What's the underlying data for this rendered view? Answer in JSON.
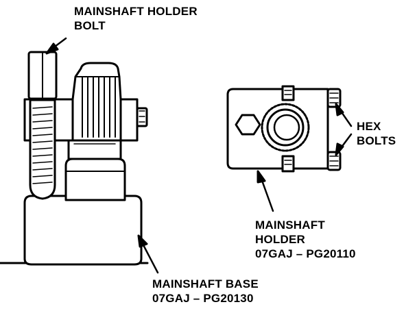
{
  "labels": {
    "mainshaft_holder_bolt": [
      "MAINSHAFT HOLDER",
      "BOLT"
    ],
    "hex_bolts": [
      "HEX",
      "BOLTS"
    ],
    "mainshaft_holder": [
      "MAINSHAFT",
      "HOLDER",
      "07GAJ – PG20110"
    ],
    "mainshaft_base": [
      "MAINSHAFT BASE",
      "07GAJ – PG20130"
    ]
  },
  "colors": {
    "ink": "#000000",
    "paper": "#ffffff"
  }
}
